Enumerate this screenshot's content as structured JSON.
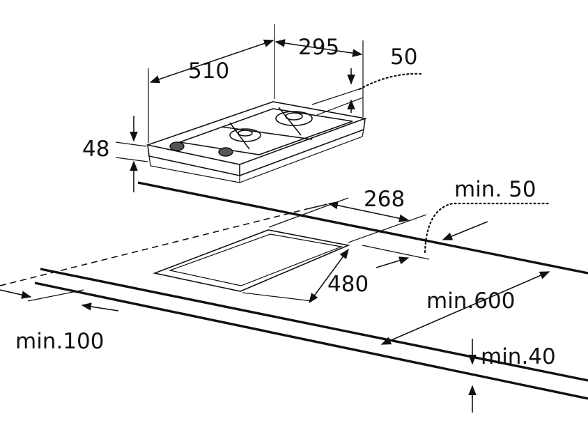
{
  "colors": {
    "ink": "#111111",
    "background": "#ffffff"
  },
  "dimensions": {
    "hob_width": "510",
    "hob_depth": "295",
    "hob_height": "48",
    "back_offset": "50",
    "cutout_depth": "268",
    "cutout_width": "480",
    "min_back": "min. 50",
    "min_side": "min.100",
    "min_wall": "min.600",
    "min_thickness": "min.40"
  }
}
